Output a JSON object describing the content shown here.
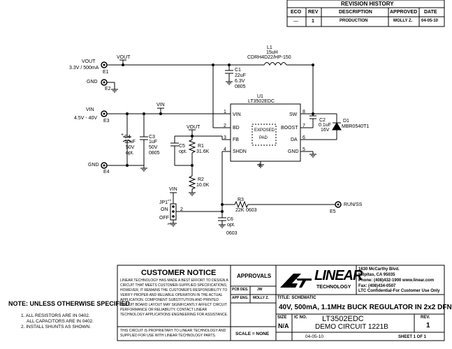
{
  "revision": {
    "title": "REVISION HISTORY",
    "headers": [
      "ECO",
      "REV",
      "DESCRIPTION",
      "APPROVED",
      "DATE"
    ],
    "row": [
      "—",
      "1",
      "PRODUCTION",
      "MOLLY Z.",
      "04-05-10"
    ]
  },
  "nets": {
    "vout_top": "VOUT",
    "vout_label": "VOUT",
    "vout_spec": "3.3V / 500mA",
    "e1": "E1",
    "gnd1": "GND",
    "e2": "E2",
    "vin_label": "VIN",
    "vin_spec": "4.5V - 40V",
    "e3": "E3",
    "vin_mid": "VIN",
    "vout_mid": "VOUT",
    "gnd2": "GND",
    "e4": "E4",
    "vin_jp": "VIN",
    "run_ss": "RUN/SS",
    "e5": "E5"
  },
  "components": {
    "l1": [
      "L1",
      "15uH",
      "CDRH4D22/HP-150"
    ],
    "c1": [
      "C1",
      "22uF",
      "6.3V",
      "0805"
    ],
    "u1": [
      "U1",
      "LT3502EDC"
    ],
    "c2": [
      "C2",
      "0.1uF",
      "16V"
    ],
    "d1": [
      "D1",
      "MBR0540T1"
    ],
    "c4": [
      "C4",
      "10uF",
      "50V",
      "opt."
    ],
    "c3": [
      "C3",
      "1uF",
      "50V",
      "0805"
    ],
    "c5": [
      "C5",
      "opt."
    ],
    "r1": [
      "R1",
      "31.6K"
    ],
    "r2": [
      "R2",
      "10.0K"
    ],
    "r3": [
      "R3",
      "22K",
      "0603"
    ],
    "c6": [
      "C6",
      "opt.",
      "0603"
    ],
    "jp1": [
      "JP1",
      "ON",
      "OFF",
      "1",
      "2",
      "3"
    ]
  },
  "ic": {
    "pins_left": [
      {
        "num": "1",
        "name": "VIN"
      },
      {
        "num": "2",
        "name": "BD"
      },
      {
        "num": "3",
        "name": "FB"
      },
      {
        "num": "4",
        "name": "SHDN"
      }
    ],
    "pins_right": [
      {
        "num": "8",
        "name": "SW"
      },
      {
        "num": "7",
        "name": "BOOST"
      },
      {
        "num": "6",
        "name": "DA"
      },
      {
        "num": "5",
        "name": "GND"
      }
    ],
    "pad": [
      "EXPOSED",
      "PAD"
    ],
    "pin9": "9"
  },
  "notes": {
    "title": "NOTE: UNLESS OTHERWISE SPECIFIED",
    "items": [
      "1.  ALL RESISTORS ARE IN 0402.",
      "ALL CAPACITORS ARE IN 0402.",
      "2.  INSTALL SHUNTS AS SHOWN."
    ]
  },
  "title_block": {
    "notice_title": "CUSTOMER NOTICE",
    "notice_body": [
      "LINEAR TECHNOLOGY HAS MADE A BEST EFFORT TO DESIGN A",
      "CIRCUIT THAT MEETS CUSTOMER-SUPPLIED SPECIFICATIONS;",
      "HOWEVER, IT REMAINS THE CUSTOMER'S RESPONSIBILITY TO",
      "VERIFY PROPER AND RELIABLE OPERATION IN THE ACTUAL",
      "APPLICATION.  COMPONENT SUBSTITUTION AND PRINTED",
      "CIRCUIT BOARD LAYOUT MAY SIGNIFICANTLY AFFECT CIRCUIT",
      "PERFORMANCE OR RELIABILITY.  CONTACT LINEAR",
      "TECHNOLOGY APPLICATIONS ENGINEERING FOR ASSISTANCE."
    ],
    "proprietary": [
      "THIS CIRCUIT IS PROPRIETARY TO LINEAR TECHNOLOGY AND",
      "SUPPLIED FOR USE WITH LINEAR TECHNOLOGY PARTS."
    ],
    "approvals": "APPROVALS",
    "pcb_des_label": "PCB DES.",
    "pcb_des": "JW",
    "app_eng_label": "APP ENG.",
    "app_eng": "MOLLY Z.",
    "scale": "SCALE = NONE",
    "logo_text": "LINEAR",
    "logo_sub": "TECHNOLOGY",
    "address": [
      "1630 McCarthy Blvd.",
      "Milpitas, CA 95035",
      "Phone: (408)432-1900  www.linear.com",
      "Fax: (408)434-0507",
      "LTC Confidential-For Customer Use Only"
    ],
    "title_label": "TITLE:  SCHEMATIC",
    "title": "40V, 500mA, 1.1MHz BUCK REGULATOR IN 2x2 DFN",
    "size_label": "SIZE",
    "size": "N/A",
    "ic_no_label": "IC NO.",
    "ic_no": "LT3502EDC",
    "demo": "DEMO CIRCUIT 1221B",
    "rev_label": "REV.",
    "rev": "1",
    "date": "04-05-10",
    "sheet": "SHEET   1    OF    1"
  }
}
